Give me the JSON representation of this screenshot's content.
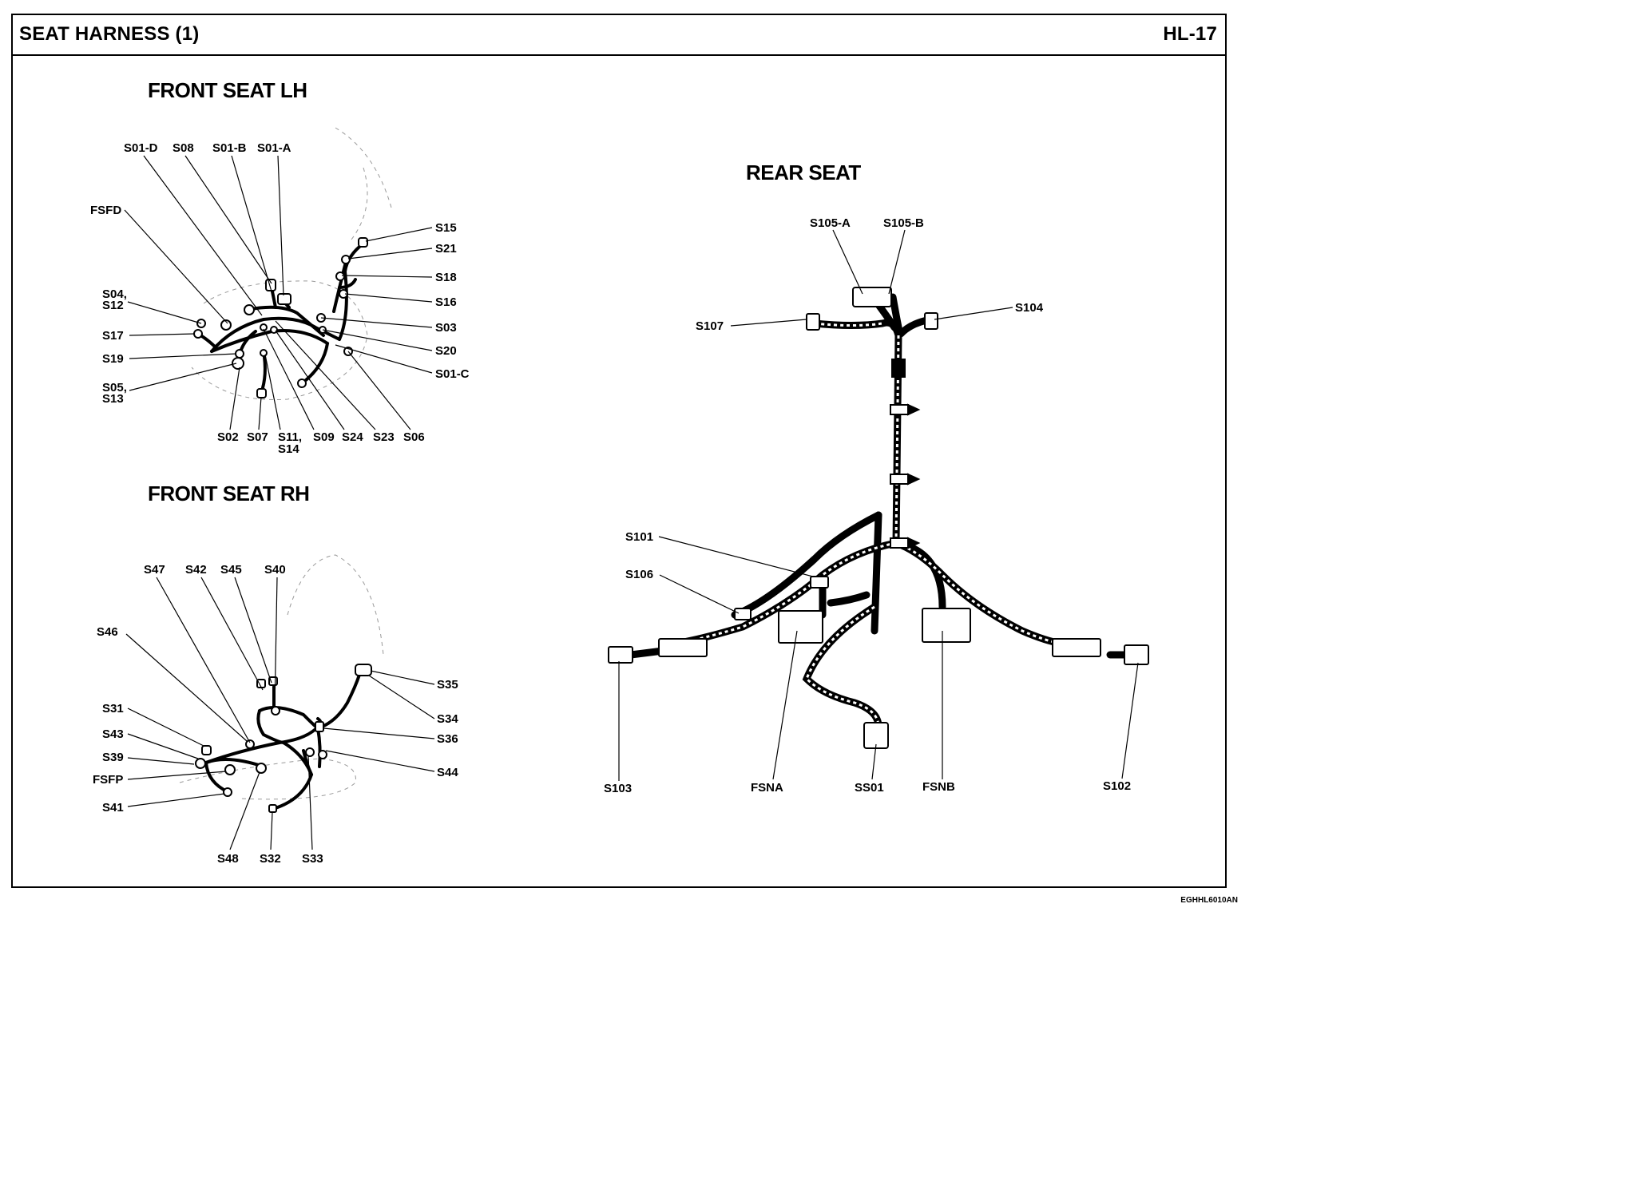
{
  "header": {
    "title": "SEAT HARNESS (1)",
    "page_code": "HL-17"
  },
  "footer": {
    "code": "EGHHL6010AN"
  },
  "sections": {
    "front_lh": {
      "title": "FRONT SEAT LH",
      "labels": [
        "S01-D",
        "S08",
        "S01-B",
        "S01-A",
        "FSFD",
        "S15",
        "S21",
        "S18",
        "S16",
        "S04,",
        "S12",
        "S03",
        "S17",
        "S20",
        "S19",
        "S01-C",
        "S05,",
        "S13",
        "S02",
        "S07",
        "S11,",
        "S14",
        "S09",
        "S24",
        "S23",
        "S06"
      ]
    },
    "front_rh": {
      "title": "FRONT SEAT RH",
      "labels": [
        "S47",
        "S42",
        "S45",
        "S40",
        "S46",
        "S35",
        "S31",
        "S34",
        "S43",
        "S36",
        "S39",
        "FSFP",
        "S44",
        "S41",
        "S48",
        "S32",
        "S33"
      ]
    },
    "rear": {
      "title": "REAR SEAT",
      "labels": [
        "S105-A",
        "S105-B",
        "S104",
        "S107",
        "S101",
        "S106",
        "S103",
        "FSNA",
        "SS01",
        "FSNB",
        "S102"
      ]
    }
  }
}
